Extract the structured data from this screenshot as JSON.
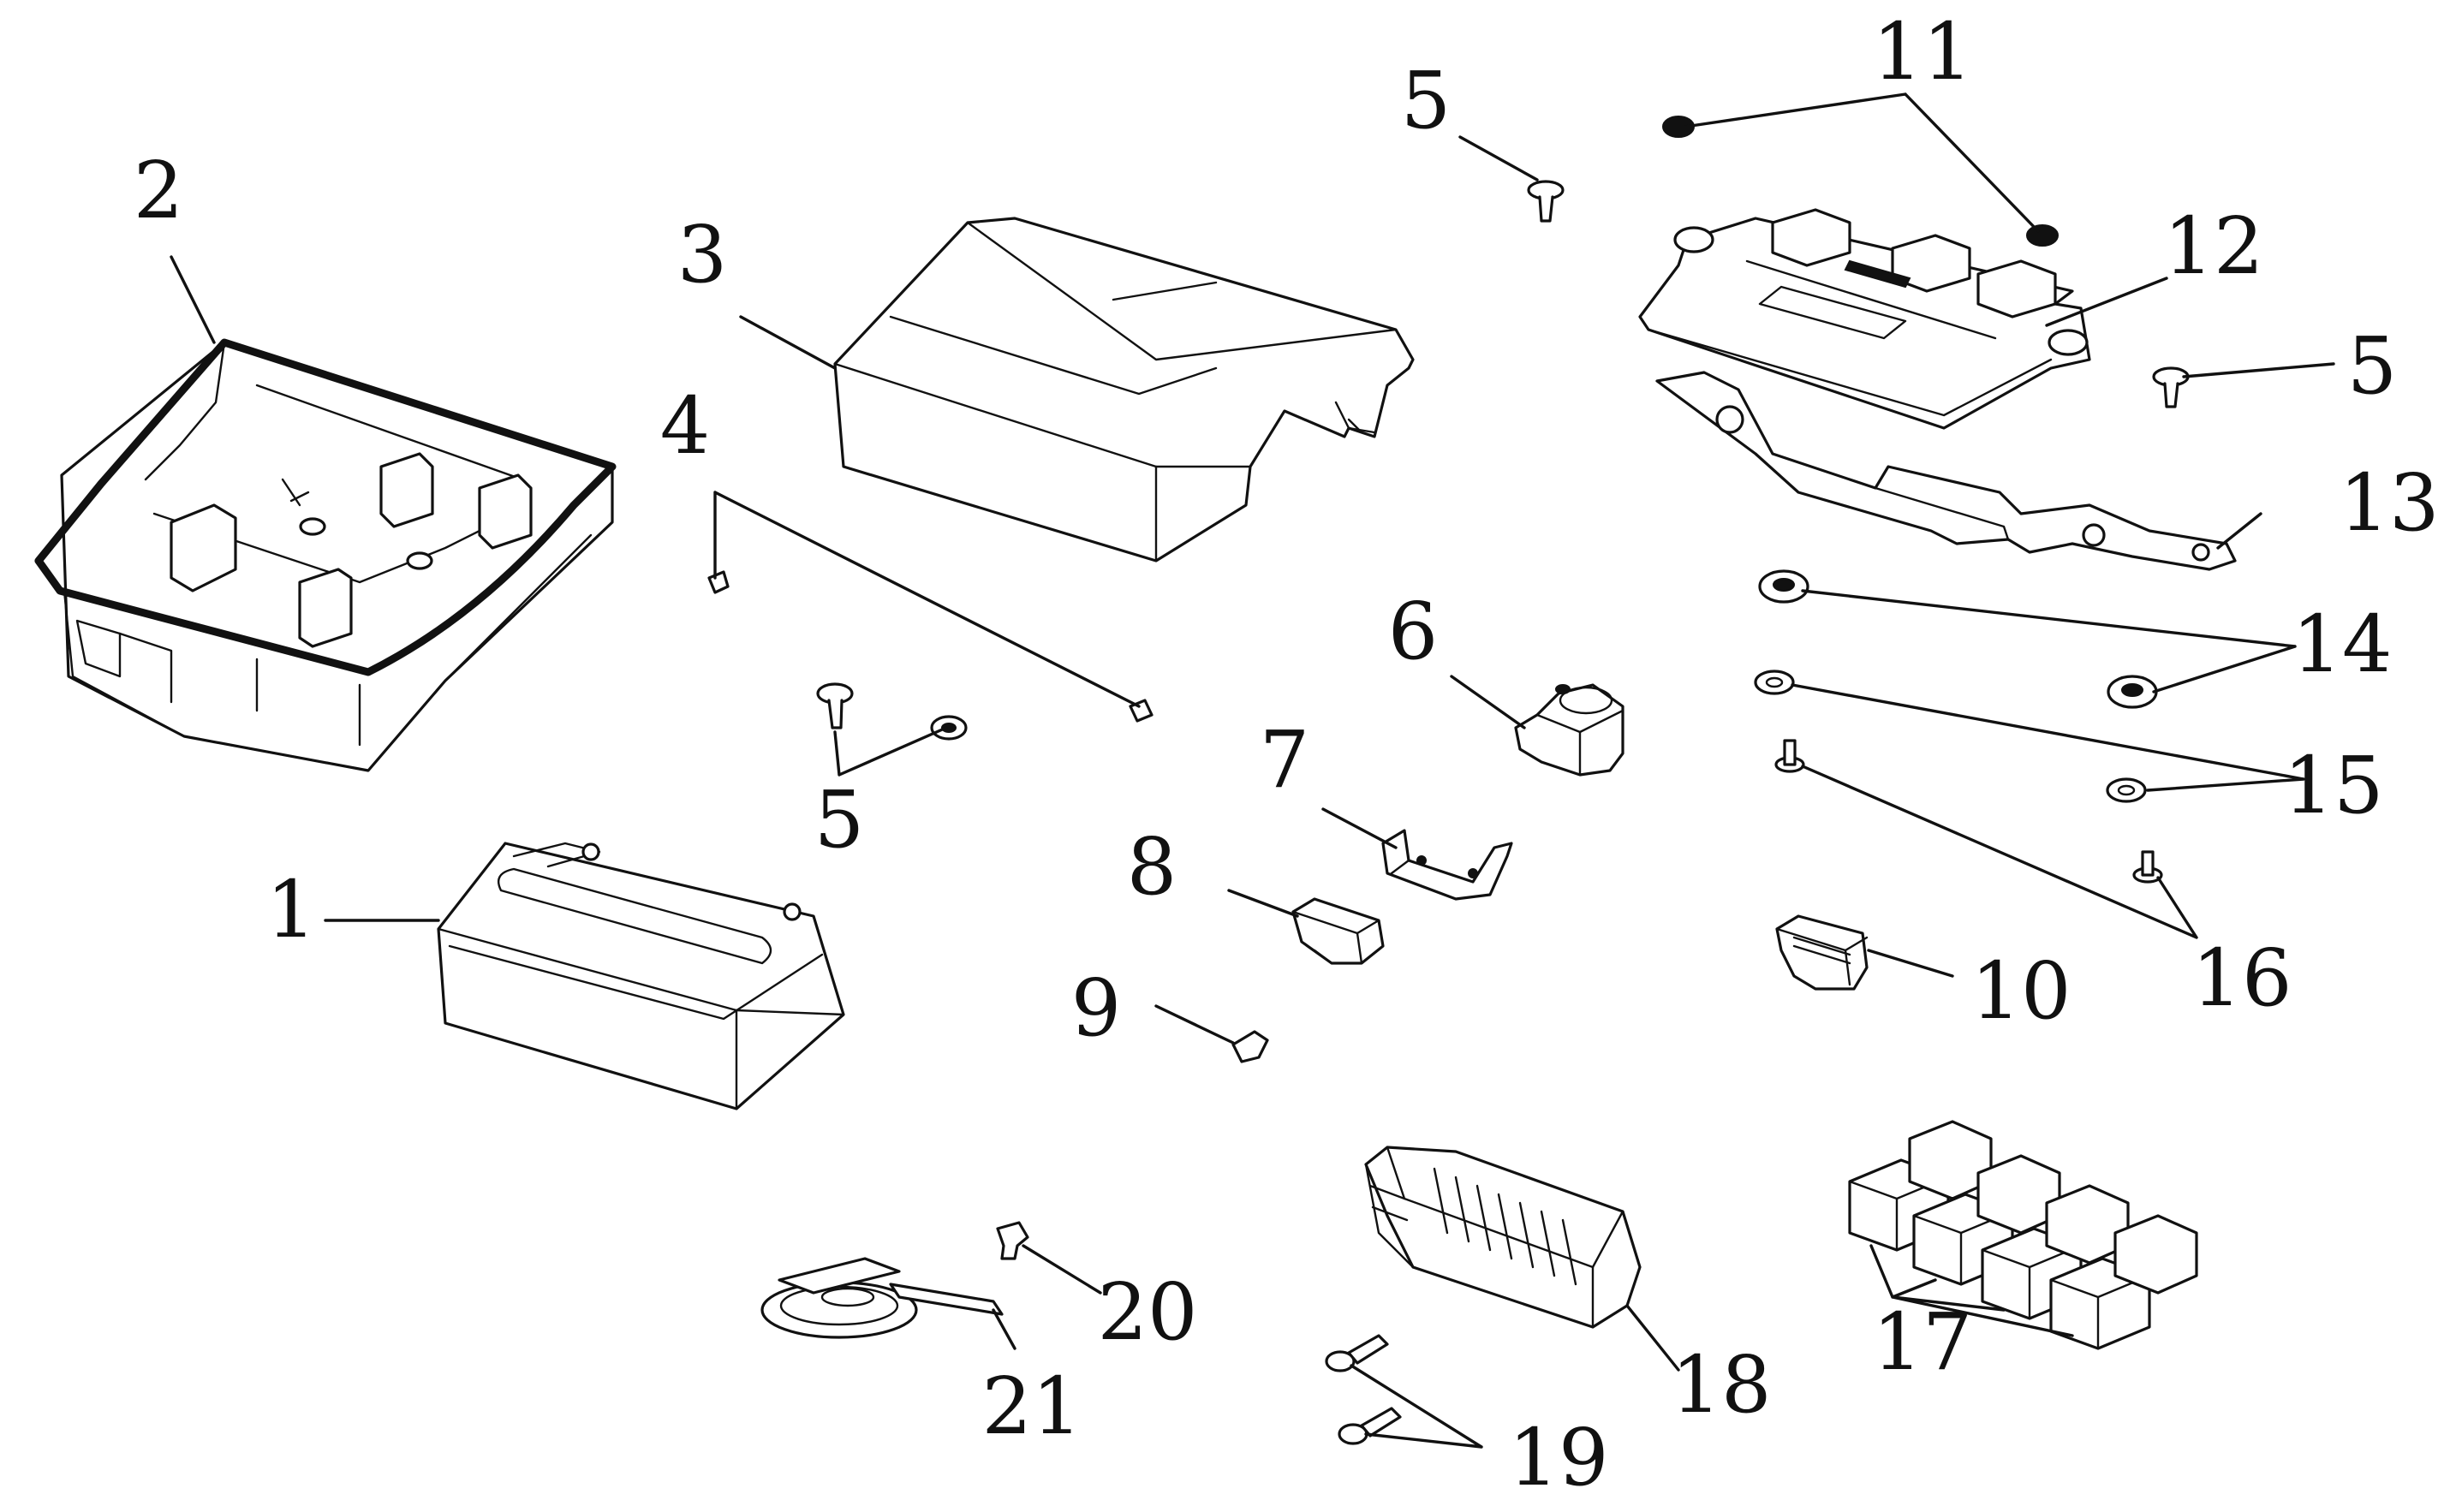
{
  "callouts": {
    "c1": "1",
    "c2": "2",
    "c3": "3",
    "c4": "4",
    "c5a": "5",
    "c5b": "5",
    "c5c": "5",
    "c6": "6",
    "c7": "7",
    "c8": "8",
    "c9": "9",
    "c10": "10",
    "c11": "11",
    "c12": "12",
    "c13": "13",
    "c14": "14",
    "c15": "15",
    "c16": "16",
    "c17": "17",
    "c18": "18",
    "c19": "19",
    "c20": "20",
    "c21": "21"
  },
  "colors": {
    "line": "#111111",
    "background": "#ffffff"
  }
}
